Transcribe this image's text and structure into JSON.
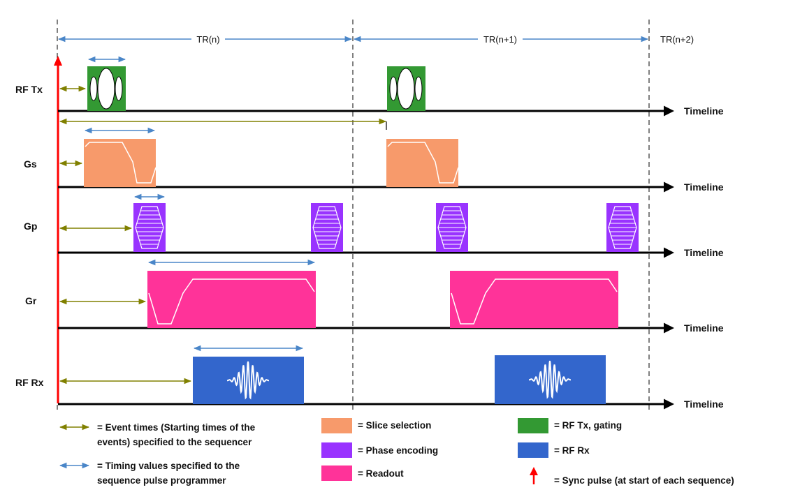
{
  "periods": [
    "TR(n)",
    "TR(n+1)",
    "TR(n+2)"
  ],
  "channels": [
    "RF Tx",
    "Gs",
    "Gp",
    "Gr",
    "RF Rx"
  ],
  "timeline_label": "Timeline",
  "legend": {
    "event_times": [
      "= Event times (Starting times of the",
      "events) specified to the sequencer"
    ],
    "timing_values": [
      "= Timing values specified to the",
      "sequence pulse programmer"
    ],
    "slice_selection": "= Slice selection",
    "phase_encoding": "= Phase encoding",
    "readout": "= Readout",
    "rf_tx": "= RF Tx, gating",
    "rf_rx": "= RF Rx",
    "sync_pulse": "= Sync pulse (at start of each sequence)"
  },
  "colors": {
    "rf_tx": "#339933",
    "slice_selection": "#F79A6B",
    "phase_encoding": "#9933FF",
    "readout": "#FF3399",
    "rf_rx": "#3366CC",
    "event_arrow": "#808000",
    "timing_arrow": "#4A86C8",
    "sync_pulse": "#FF0000",
    "axis": "#000000",
    "divider": "#000000"
  },
  "icons": {
    "event_arrow": "double-headed-olive-arrow-icon",
    "timing_arrow": "double-headed-blue-arrow-icon",
    "sync_pulse": "red-up-arrow-icon"
  }
}
